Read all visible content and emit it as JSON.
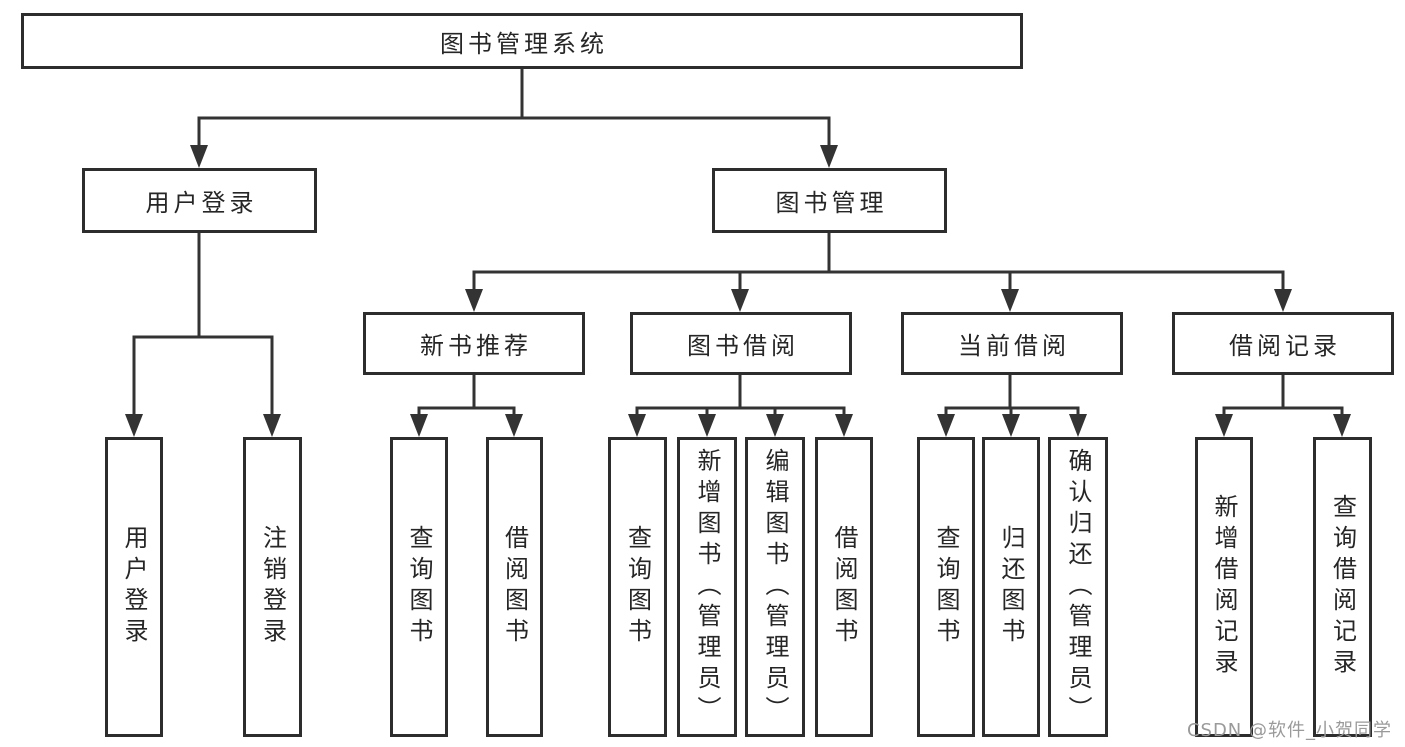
{
  "diagram": {
    "root": {
      "label": "图书管理系统",
      "children": [
        {
          "label": "用户登录",
          "children": [
            {
              "label": "用户登录"
            },
            {
              "label": "注销登录"
            }
          ]
        },
        {
          "label": "图书管理",
          "children": [
            {
              "label": "新书推荐",
              "children": [
                {
                  "label": "查询图书"
                },
                {
                  "label": "借阅图书"
                }
              ]
            },
            {
              "label": "图书借阅",
              "children": [
                {
                  "label": "查询图书"
                },
                {
                  "label": "新增图书（管理员）"
                },
                {
                  "label": "编辑图书（管理员）"
                },
                {
                  "label": "借阅图书"
                }
              ]
            },
            {
              "label": "当前借阅",
              "children": [
                {
                  "label": "查询图书"
                },
                {
                  "label": "归还图书"
                },
                {
                  "label": "确认归还（管理员）"
                }
              ]
            },
            {
              "label": "借阅记录",
              "children": [
                {
                  "label": "新增借阅记录"
                },
                {
                  "label": "查询借阅记录"
                }
              ]
            }
          ]
        }
      ]
    }
  },
  "watermark": {
    "text": "CSDN @软件_小贺同学",
    "color": "#9a9a9a"
  },
  "colors": {
    "line": "#333333",
    "box_border": "#2d2d2d",
    "box_fill": "#ffffff",
    "text": "#262626",
    "background": "#ffffff"
  }
}
